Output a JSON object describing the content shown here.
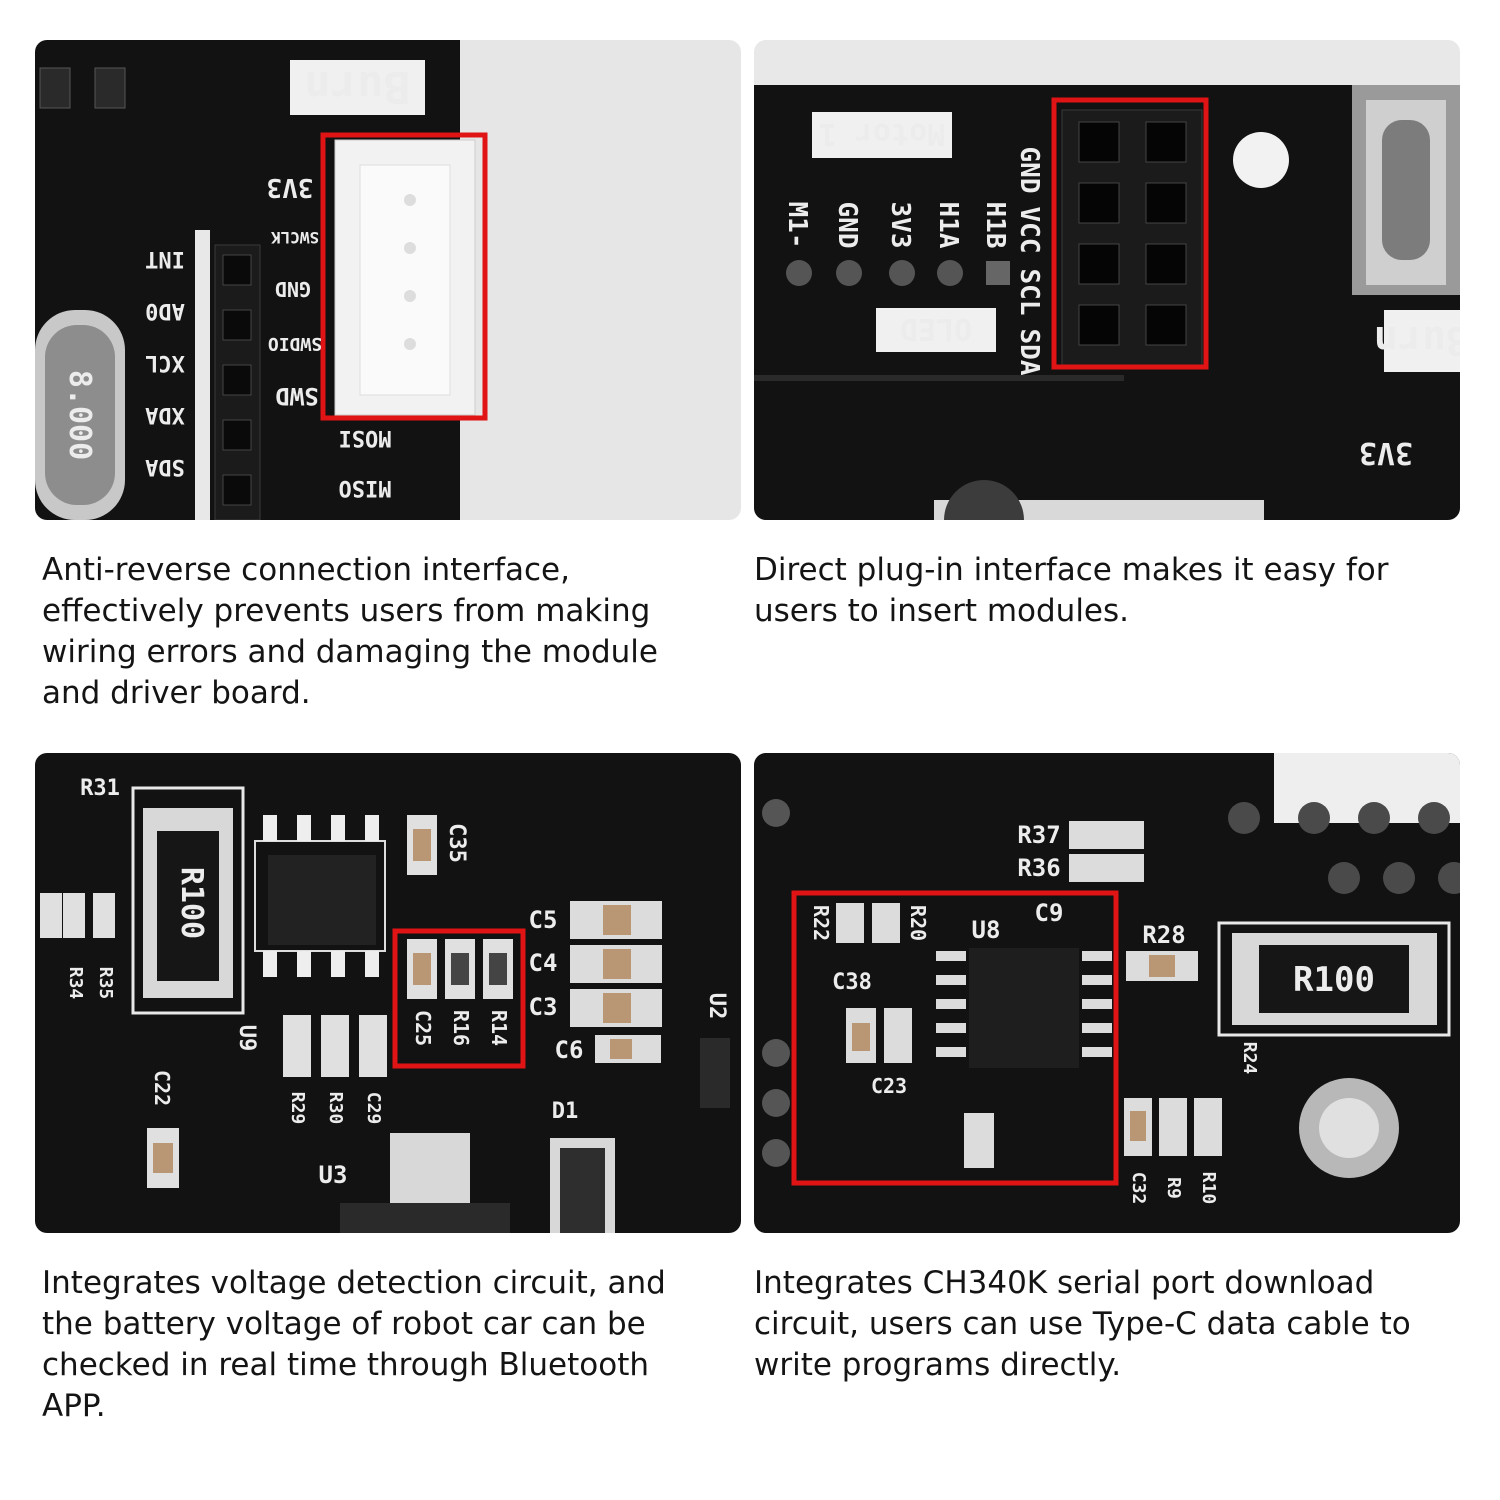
{
  "panels": [
    {
      "caption": "Anti-reverse connection interface, effectively prevents users from making wiring errors and damaging the module and driver board.",
      "silkscreen": [
        "Burn",
        "3V3",
        "SWCLK",
        "GND",
        "SWDIO",
        "SWD",
        "MOSI",
        "MISO",
        "INT",
        "AD0",
        "XCL",
        "XDA",
        "SDA",
        "8.000"
      ]
    },
    {
      "caption": "Direct plug-in interface makes it easy for users to insert modules.",
      "silkscreen": [
        "Motor 1",
        "GND",
        "VCC",
        "SCL",
        "SDA",
        "M1-",
        "GND",
        "3V3",
        "H1A",
        "H1B",
        "OLED",
        "3V3",
        "Burn"
      ]
    },
    {
      "caption": "Integrates voltage detection circuit, and the battery voltage of robot car can be checked in real time through Bluetooth APP.",
      "silkscreen": [
        "R31",
        "R100",
        "C35",
        "C5",
        "C4",
        "C3",
        "C6",
        "C25",
        "R16",
        "R14",
        "R34",
        "R35",
        "U9",
        "R29",
        "R30",
        "C29",
        "C22",
        "D1",
        "U3",
        "U2"
      ]
    },
    {
      "caption": "Integrates CH340K serial port download circuit, users can use Type-C data cable to write programs directly.",
      "silkscreen": [
        "R37",
        "R36",
        "R22",
        "R20",
        "U8",
        "C9",
        "C38",
        "C23",
        "R28",
        "R100",
        "R24",
        "C32",
        "R9",
        "R10"
      ]
    }
  ],
  "colors": {
    "board": "#121212",
    "silkscreen": "#ececec",
    "highlight": "#e01414",
    "caption_text": "#141414"
  }
}
